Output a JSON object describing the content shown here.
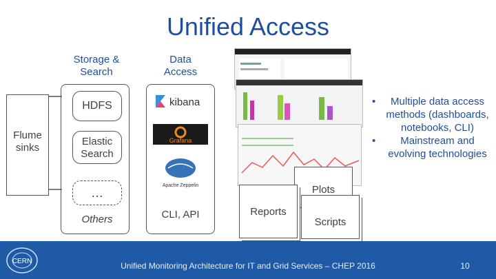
{
  "title": "Unified Access",
  "columns": {
    "storage": "Storage &\nSearch",
    "access": "Data\nAccess"
  },
  "left": {
    "flume": "Flume\nsinks"
  },
  "storage_items": [
    "HDFS",
    "Elastic\nSearch",
    "…",
    "Others"
  ],
  "access_logos": [
    "kibana",
    "Grafana",
    "Apache Zeppelin"
  ],
  "access_text": "CLI, API",
  "outputs": {
    "plots": "Plots",
    "reports": "Reports",
    "scripts": "Scripts"
  },
  "bullets": [
    "Multiple data access methods (dashboards, notebooks, CLI)",
    "Mainstream and evolving technologies"
  ],
  "footer": {
    "text": "Unified Monitoring Architecture for IT and Grid Services – CHEP 2016",
    "page": "10",
    "logo": "CERN"
  },
  "colors": {
    "title": "#1f4e9c",
    "footer": "#1f5aa6",
    "kibana": "#3a8fd9",
    "grafana": "#f38b1d",
    "zeppelin": "#3672b8"
  },
  "icons": [
    "cern-logo",
    "kibana-logo-icon",
    "grafana-logo-icon",
    "zeppelin-logo-icon"
  ]
}
